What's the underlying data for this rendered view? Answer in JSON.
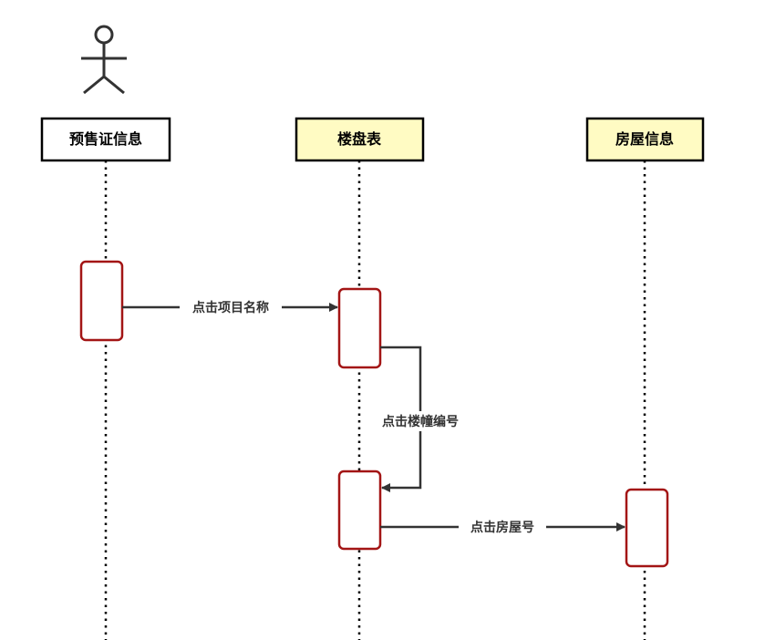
{
  "participants": {
    "presale": {
      "label": "预售证信息",
      "fill": "#ffffff"
    },
    "building": {
      "label": "楼盘表",
      "fill": "#fffbc3"
    },
    "house": {
      "label": "房屋信息",
      "fill": "#fffbc3"
    }
  },
  "messages": {
    "msg1": {
      "label": "点击项目名称"
    },
    "msg2": {
      "label": "点击楼幢编号"
    },
    "msg3": {
      "label": "点击房屋号"
    }
  },
  "colors": {
    "activation_stroke": "#a31515",
    "lifeline": "#000000",
    "arrow": "#333333",
    "actor": "#333333"
  }
}
